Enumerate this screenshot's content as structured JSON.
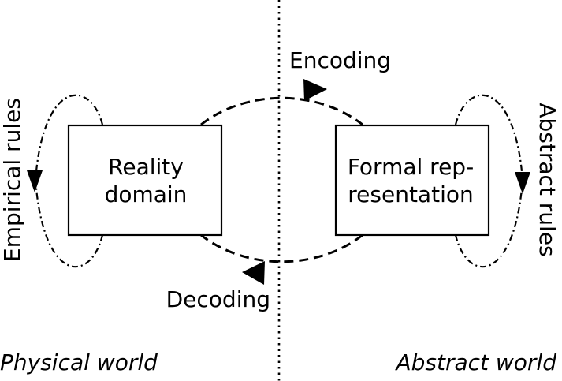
{
  "boxes": {
    "reality": {
      "line1": "Reality",
      "line2": "domain"
    },
    "formal": {
      "line1": "Formal rep-",
      "line2": "resentation"
    }
  },
  "labels": {
    "encoding": "Encoding",
    "decoding": "Decoding",
    "empirical_rules": "Empirical rules",
    "abstract_rules": "Abstract rules",
    "physical_world": "Physical world",
    "abstract_world": "Abstract world"
  }
}
